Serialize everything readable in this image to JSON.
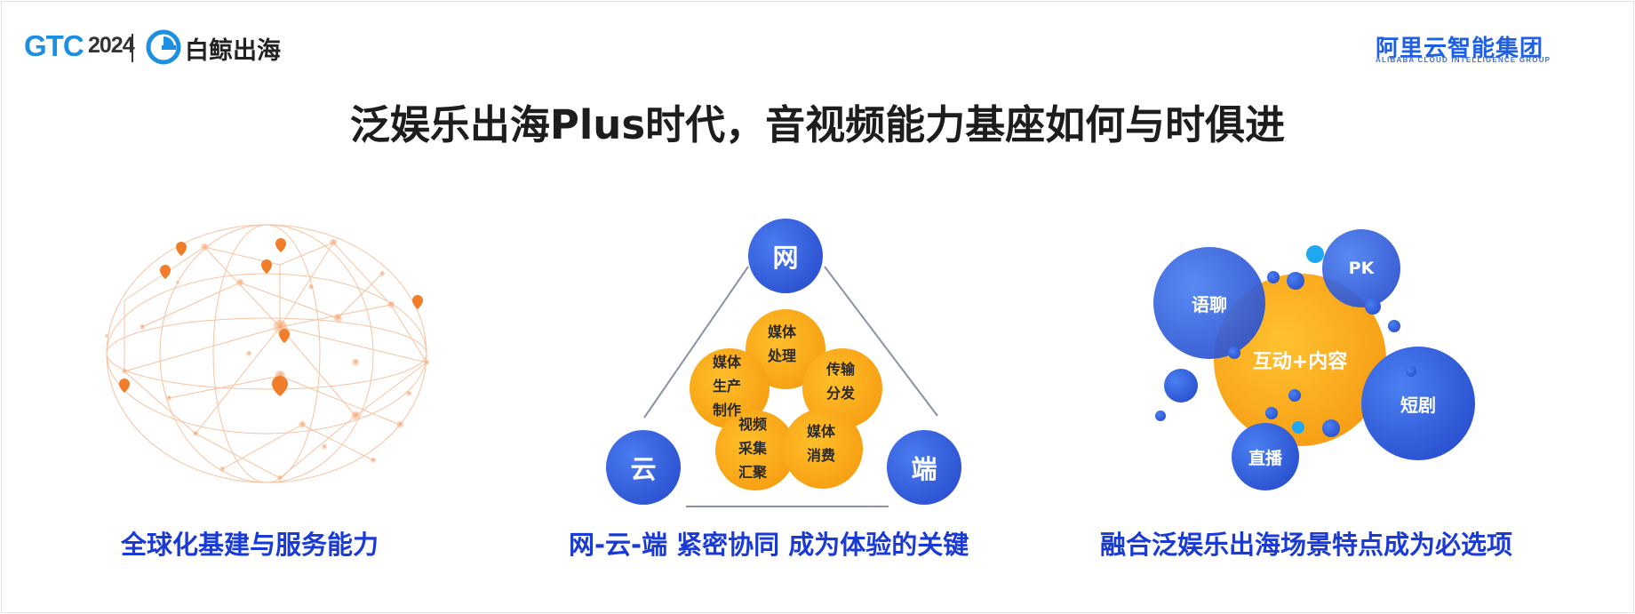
{
  "header": {
    "brand_gtc": "GTC",
    "brand_year": "2024",
    "partner_name": "白鲸出海",
    "group_name_cn": "阿里云智能集团",
    "group_name_en": "ALIBABA CLOUD INTELLIGENCE GROUP"
  },
  "title": "泛娱乐出海Plus时代，音视频能力基座如何与时俱进",
  "sections": {
    "global": {
      "caption": "全球化基建与服务能力"
    },
    "network": {
      "caption": "网-云-端 紧密协同 成为体验的关键",
      "top_node": "网",
      "left_node": "云",
      "right_node": "端",
      "petals": {
        "media_process": "媒体\n处理",
        "media_production": "媒体\n生产\n制作",
        "transmission": "传输\n分发",
        "video_capture": "视频\n采集\n汇聚",
        "media_consume": "媒体\n消费"
      }
    },
    "scenes": {
      "caption": "融合泛娱乐出海场景特点成为必选项",
      "center": "互动+内容",
      "chat": "语聊",
      "pk": "PK",
      "short_drama": "短剧",
      "live": "直播"
    }
  },
  "colors": {
    "caption_blue": "#1a3ad6",
    "node_blue": "#2446c9",
    "petal_orange": "#f4950b",
    "globe_orange": "#f07d2a"
  }
}
